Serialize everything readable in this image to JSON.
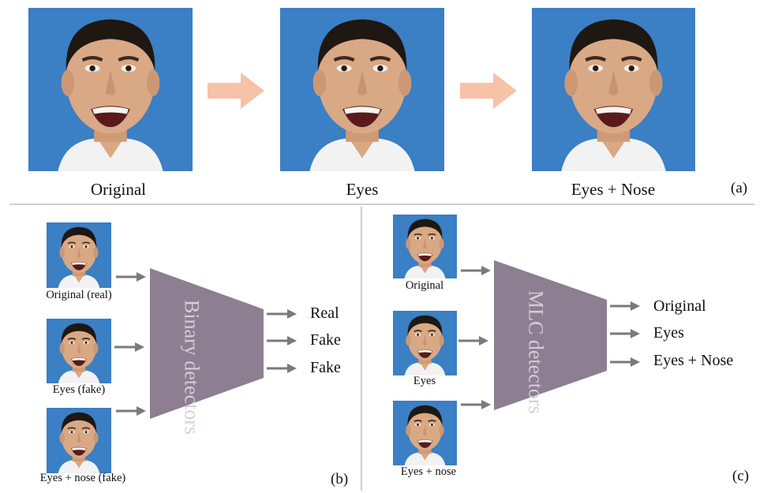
{
  "panel_a": {
    "tag": "(a)",
    "captions": [
      "Original",
      "Eyes",
      "Eyes + Nose"
    ]
  },
  "panel_b": {
    "tag": "(b)",
    "detector_label_line1": "Binary",
    "detector_label_line2": "detectors",
    "input_captions": [
      "Original (real)",
      "Eyes (fake)",
      "Eyes + nose (fake)"
    ],
    "outputs": [
      "Real",
      "Fake",
      "Fake"
    ]
  },
  "panel_c": {
    "tag": "(c)",
    "detector_label_line1": "MLC",
    "detector_label_line2": "detectors",
    "input_captions": [
      "Original",
      "Eyes",
      "Eyes + nose"
    ],
    "outputs": [
      "Original",
      "Eyes",
      "Eyes + Nose"
    ]
  },
  "colors": {
    "background_blue": "#3b7fc4",
    "skin": "#d9a884",
    "hair": "#1e1712",
    "trapezoid": "#8d7e91",
    "arrow_gray": "#7a7a7a",
    "big_arrow": "#f6c2a8"
  }
}
